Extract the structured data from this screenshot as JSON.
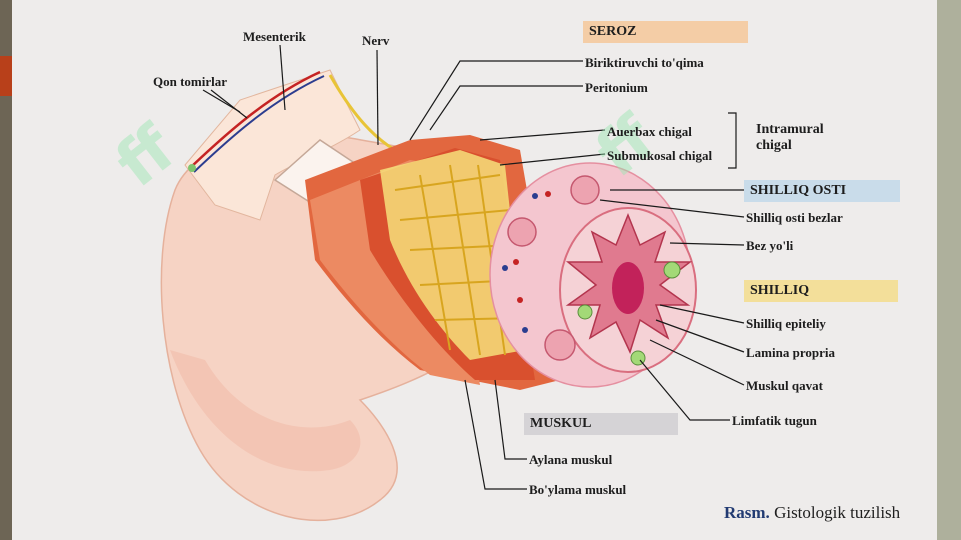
{
  "labels": {
    "mesenterik": "Mesenterik",
    "nerv": "Nerv",
    "qon_tomirlar": "Qon tomirlar",
    "seroz": "SEROZ",
    "biriktiruvchi": "Biriktiruvchi to'qima",
    "peritonium": "Peritonium",
    "auerbax": "Auerbax chigal",
    "submukosal": "Submukosal chigal",
    "intramural": "Intramural\nchigal",
    "shilliq_osti": "SHILLIQ OSTI",
    "shilliq_osti_bezlar": "Shilliq osti bezlar",
    "bez_yoli": "Bez yo'li",
    "shilliq": "SHILLIQ",
    "shilliq_epiteliy": "Shilliq epiteliy",
    "lamina_propria": "Lamina propria",
    "muskul_qavat": "Muskul qavat",
    "limfatik_tugun": "Limfatik tugun",
    "muskul": "MUSKUL",
    "aylana_muskul": "Aylana muskul",
    "boylama_muskul": "Bo'ylama muskul"
  },
  "caption": {
    "prefix": "Rasm.",
    "text": " Gistologik tuzilish"
  },
  "colors": {
    "seroz": "#f4cda6",
    "shilliq_osti": "#c9dcea",
    "shilliq": "#f3df9a",
    "muskul": "#d5d3d6",
    "muscle_red": "#d9502e",
    "plexus_yellow": "#f3d23c",
    "mucosa_pink": "#f4c6cf"
  }
}
